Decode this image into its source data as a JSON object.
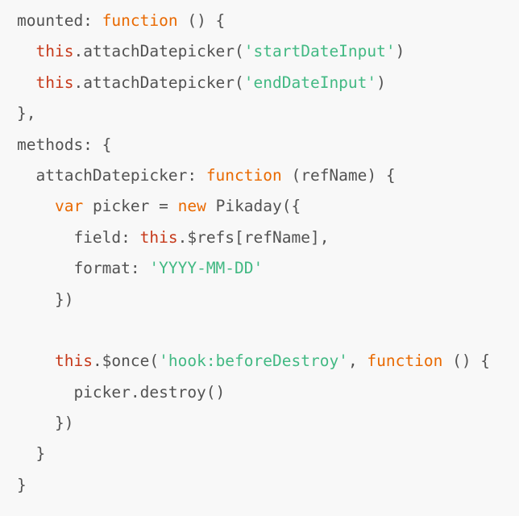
{
  "theme": {
    "background": "#f8f8f8",
    "default": "#525252",
    "keyword": "#e96900",
    "this": "#c6391a",
    "string": "#42b983"
  },
  "lines": [
    [
      {
        "t": "mounted: ",
        "c": "default"
      },
      {
        "t": "function",
        "c": "keyword"
      },
      {
        "t": " () {",
        "c": "default"
      }
    ],
    [
      {
        "t": "  ",
        "c": "default"
      },
      {
        "t": "this",
        "c": "this"
      },
      {
        "t": ".attachDatepicker(",
        "c": "default"
      },
      {
        "t": "'startDateInput'",
        "c": "string"
      },
      {
        "t": ")",
        "c": "default"
      }
    ],
    [
      {
        "t": "  ",
        "c": "default"
      },
      {
        "t": "this",
        "c": "this"
      },
      {
        "t": ".attachDatepicker(",
        "c": "default"
      },
      {
        "t": "'endDateInput'",
        "c": "string"
      },
      {
        "t": ")",
        "c": "default"
      }
    ],
    [
      {
        "t": "},",
        "c": "default"
      }
    ],
    [
      {
        "t": "methods: {",
        "c": "default"
      }
    ],
    [
      {
        "t": "  attachDatepicker: ",
        "c": "default"
      },
      {
        "t": "function",
        "c": "keyword"
      },
      {
        "t": " (refName) {",
        "c": "default"
      }
    ],
    [
      {
        "t": "    ",
        "c": "default"
      },
      {
        "t": "var",
        "c": "keyword"
      },
      {
        "t": " picker = ",
        "c": "default"
      },
      {
        "t": "new",
        "c": "keyword"
      },
      {
        "t": " Pikaday({",
        "c": "default"
      }
    ],
    [
      {
        "t": "      field: ",
        "c": "default"
      },
      {
        "t": "this",
        "c": "this"
      },
      {
        "t": ".$refs[refName],",
        "c": "default"
      }
    ],
    [
      {
        "t": "      format: ",
        "c": "default"
      },
      {
        "t": "'YYYY-MM-DD'",
        "c": "string"
      }
    ],
    [
      {
        "t": "    })",
        "c": "default"
      }
    ],
    [
      {
        "t": "",
        "c": "default"
      }
    ],
    [
      {
        "t": "    ",
        "c": "default"
      },
      {
        "t": "this",
        "c": "this"
      },
      {
        "t": ".$once(",
        "c": "default"
      },
      {
        "t": "'hook:beforeDestroy'",
        "c": "string"
      },
      {
        "t": ", ",
        "c": "default"
      },
      {
        "t": "function",
        "c": "keyword"
      },
      {
        "t": " () {",
        "c": "default"
      }
    ],
    [
      {
        "t": "      picker.destroy()",
        "c": "default"
      }
    ],
    [
      {
        "t": "    })",
        "c": "default"
      }
    ],
    [
      {
        "t": "  }",
        "c": "default"
      }
    ],
    [
      {
        "t": "}",
        "c": "default"
      }
    ]
  ]
}
